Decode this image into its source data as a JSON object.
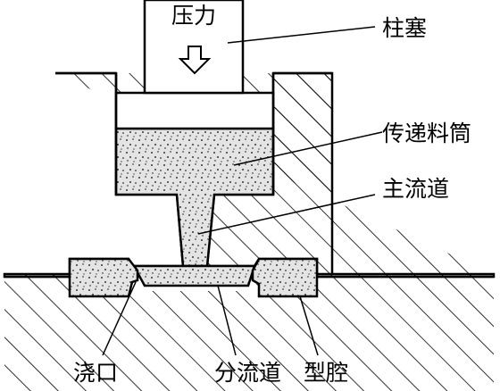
{
  "diagram": {
    "title": "",
    "labels": {
      "pressure": "压力",
      "plunger": "柱塞",
      "transfer_pot": "传递料筒",
      "sprue": "主流道",
      "gate": "浇口",
      "runner": "分流道",
      "cavity": "型腔"
    },
    "colors": {
      "ink": "#000000",
      "background": "#ffffff",
      "material_fill": "#d9d9d9",
      "material_speckle": "#000000"
    }
  }
}
